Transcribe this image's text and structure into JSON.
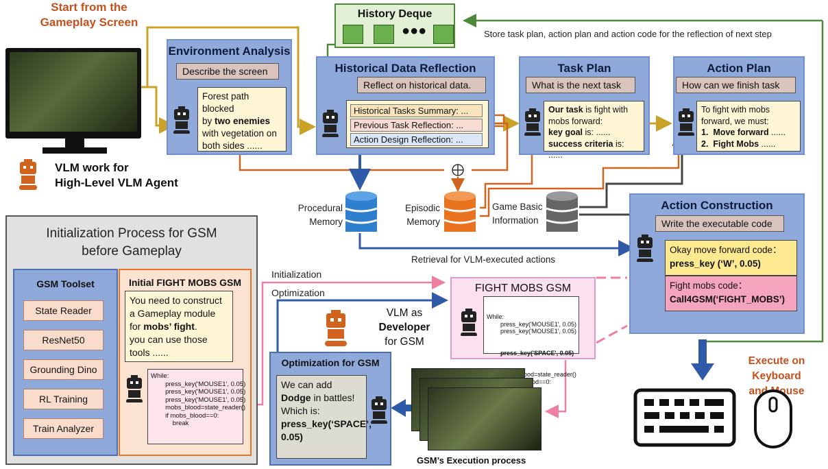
{
  "start": {
    "line1": "Start from the",
    "line2": "Gameplay Screen",
    "color": "#c8501e"
  },
  "legend": {
    "line1": "VLM work for",
    "line2": "High-Level VLM Agent"
  },
  "history": {
    "title": "History Deque",
    "note": "Store task plan, action plan and action code for the reflection of next step"
  },
  "env": {
    "title": "Environment Analysis",
    "callout": "Describe the screen",
    "b1": "Forest path blocked",
    "b2a": "by ",
    "b2b": "two enemies",
    "b3": "with vegetation on",
    "b4": "both sides ......"
  },
  "hist": {
    "title": "Historical Data Reflection",
    "callout": "Reflect on historical data.",
    "r1": "Historical Tasks Summary: ...",
    "r2": "Previous Task Reflection: ...",
    "r3": "Action Design Reflection: ..."
  },
  "task": {
    "title": "Task Plan",
    "callout": "What is the next task",
    "l1a": "Our task",
    "l1b": " is fight with",
    "l2": "mobs forward:",
    "l3a": "key goal",
    "l3b": " is: ......",
    "l4a": "success criteria",
    "l4b": " is: ......"
  },
  "action": {
    "title": "Action Plan",
    "callout": "How can we finish task",
    "l1": "To fight with mobs",
    "l2": "forward, we must:",
    "l3a": "1.",
    "l3b": "Move forward",
    "l3c": " ......",
    "l4a": "2.",
    "l4b": "Fight Mobs",
    "l4c": " ......"
  },
  "memory": {
    "procedural": "Procedural\nMemory",
    "episodic": "Episodic\nMemory",
    "game": "Game Basic\nInformation",
    "retrieval": "Retrieval for VLM-executed actions"
  },
  "construct": {
    "title": "Action Construction",
    "callout": "Write the executable code",
    "y1": "Okay move forward code：",
    "y2": "press_key (‘W’, 0.05)",
    "p1": "Fight mobs code：",
    "p2": "Call4GSM(‘FIGHT_MOBS’)"
  },
  "init": {
    "title1": "Initialization Process for GSM",
    "title2": "before Gameplay",
    "toolset": "GSM Toolset",
    "tools": [
      "State Reader",
      "ResNet50",
      "Grounding Dino",
      "RL Training",
      "Train Analyzer"
    ],
    "initgsm": "Initial FIGHT MOBS GSM",
    "b1": "You need to construct",
    "b2": "a Gameplay module",
    "b3a": "for ",
    "b3b": "mobs’ fight",
    "b3c": ".",
    "b4": "you can use those",
    "b5": "tools ......",
    "code": "While:\n        press_key('MOUSE1', 0.05)\n        press_key('MOUSE1', 0.05)\n        press_key('MOUSE1', 0.05)\n        mobs_blood=state_reader()\n        if mobs_blood==0:\n            break"
  },
  "labels": {
    "initialization": "Initialization",
    "optimization": "Optimization"
  },
  "fightgsm": {
    "title": "FIGHT MOBS GSM",
    "code1": "While:\n        press_key('MOUSE1', 0.05)\n        press_key('MOUSE1', 0.05)",
    "code2": "        press_key('SPACE', 0.05)",
    "code3": "        mobs_blood=state_reader()\n        if mobs_blood==0:\n            break"
  },
  "developer": {
    "l1": "VLM as",
    "l2": "Developer",
    "l3": "for GSM"
  },
  "opt": {
    "title": "Optimization for GSM",
    "l1": "We can add",
    "l2a": "Dodge",
    "l2b": " in battles!",
    "l3": "Which is:",
    "l4": "press_key(‘SPACE’,",
    "l5": "0.05)"
  },
  "exec": {
    "caption": "GSM’s Execution process",
    "keyboard": "Execute on Keyboard",
    "mouse": "and Mouse"
  }
}
